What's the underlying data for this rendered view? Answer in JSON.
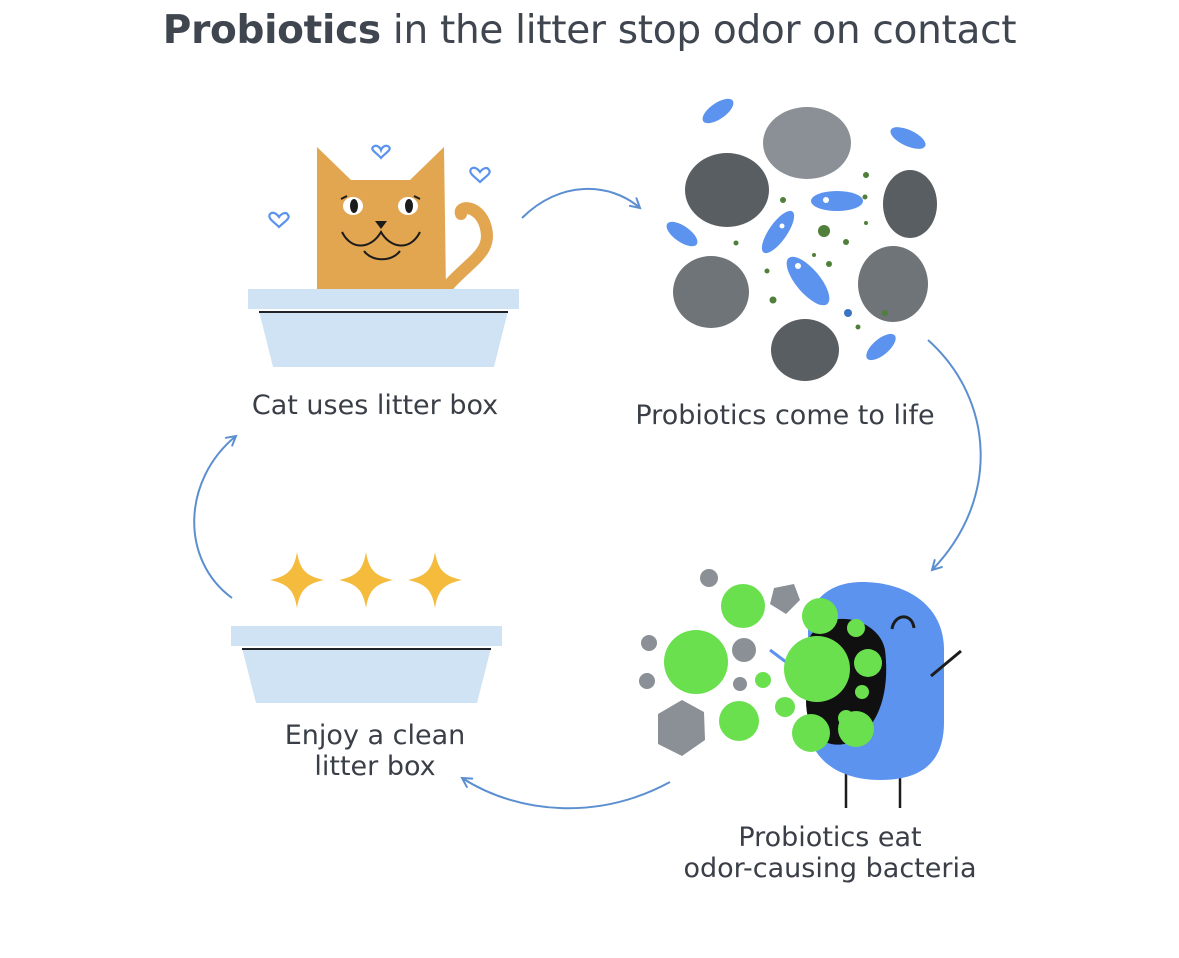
{
  "title": {
    "bold": "Probiotics",
    "rest": " in the litter stop odor on contact"
  },
  "steps": [
    {
      "lines": [
        "Cat uses litter box"
      ]
    },
    {
      "lines": [
        "Probiotics come to life"
      ]
    },
    {
      "lines": [
        "Probiotics eat",
        "odor-causing bacteria"
      ]
    },
    {
      "lines": [
        "Enjoy a clean",
        "litter box"
      ]
    }
  ],
  "colors": {
    "arrow": "#5b8fd0",
    "cat": "#e2a550",
    "litter_box": "#cfe3f4",
    "probiotic_blue": "#5b93ee",
    "bacteria_green": "#6ae04f",
    "pebble_dark": "#5a5e63",
    "pebble_light": "#8a9096",
    "star": "#f4bb3c",
    "heart": "#5b93ee"
  },
  "icons": [
    "cat-icon",
    "heart-icon",
    "litter-box-icon",
    "pebble-icon",
    "probiotic-icon",
    "bacteria-icon",
    "star-icon",
    "cycle-arrow-icon"
  ]
}
